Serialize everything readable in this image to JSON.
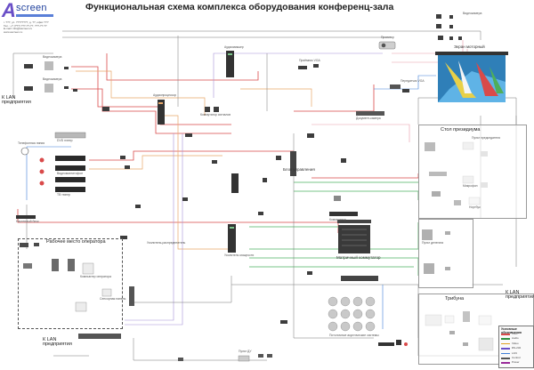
{
  "header": {
    "logo_text": "screen",
    "logo_letter": "A",
    "contact_lines": [
      "г. ???, ул. ????????, д. ??, офис ???",
      "Тел.: +? (???) ???-??-??, ???-??-??",
      "E-mail: info@ascreen.ru",
      "www.ascreen.ru"
    ],
    "title": "Функциональная схема комплекса оборудования конференц-зала"
  },
  "zones": {
    "lan_top": "К LAN предприятия",
    "lan_bottom": "К LAN предприятия",
    "lan_right": "К LAN предприятия",
    "operator": "Рабочее место оператора",
    "chairman": "Стол президиума",
    "tribune": "Трибуна",
    "screen": "Экран моторный",
    "legend": "Условные обозначения",
    "hub": "Блок управления",
    "matrix": "Матричный коммутатор",
    "switcher": "Коммутатор",
    "audio": "Аудиомикшер",
    "dsp": "Аудиопроцессор",
    "amplifier": "Усилитель мощности",
    "speakers": "Потолочные акустические системы",
    "projector": "Проектор",
    "docs": "Документ-камера",
    "dvd": "DVD плеер",
    "vcr": "Видеомагнитофон",
    "tuner": "ТВ тюнер",
    "ptz1": "Видеокамера",
    "ptz2": "Видеокамера",
    "ptz_top": "Видеокамера",
    "conf_unit": "Пульт делегата",
    "chair_unit": "Пульт председателя",
    "mic": "Микрофон",
    "pc": "Компьютер оператора",
    "laptop": "Ноутбук",
    "touch": "Сенсорная панель",
    "rack_a": "Коммутатор сигналов",
    "rack_b": "Усилитель-распределитель",
    "trans": "Передатчик VGA",
    "recv": "Приёмник VGA",
    "remote": "Пульт ДУ",
    "tel": "Телефонная линия",
    "wall": "Настенный блок"
  },
  "legend": {
    "title": "Условные обозначения",
    "items": [
      {
        "label": "VGA",
        "color": "#d94a4a"
      },
      {
        "label": "Audio",
        "color": "#2f8f3f"
      },
      {
        "label": "Video",
        "color": "#e0a020"
      },
      {
        "label": "RS-232",
        "color": "#6a4fc7"
      },
      {
        "label": "LAN",
        "color": "#3f7fd8"
      },
      {
        "label": "Control",
        "color": "#555555"
      },
      {
        "label": "Power",
        "color": "#9a2a9a"
      }
    ]
  }
}
